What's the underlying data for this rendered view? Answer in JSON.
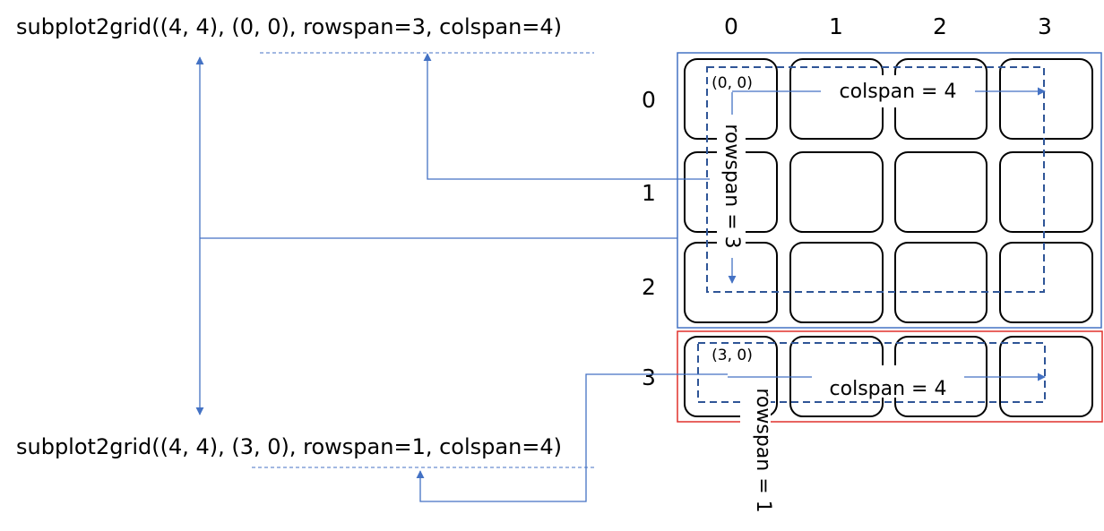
{
  "code": {
    "top": "subplot2grid((4, 4), (0, 0), rowspan=3, colspan=4)",
    "bottom": "subplot2grid((4, 4), (3, 0), rowspan=1, colspan=4)"
  },
  "grid": {
    "col_indices": [
      "0",
      "1",
      "2",
      "3"
    ],
    "row_indices": [
      "0",
      "1",
      "2",
      "3"
    ]
  },
  "top_span": {
    "origin_label": "(0, 0)",
    "colspan_label": "colspan = 4",
    "rowspan_label": "rowspan = 3",
    "frame_color": "#4472c4"
  },
  "bottom_span": {
    "origin_label": "(3, 0)",
    "colspan_label": "colspan = 4",
    "rowspan_label": "rowspan = 1",
    "frame_color": "#e0302c"
  },
  "colors": {
    "arrow": "#4472c4",
    "span_dash": "#2f5597"
  }
}
